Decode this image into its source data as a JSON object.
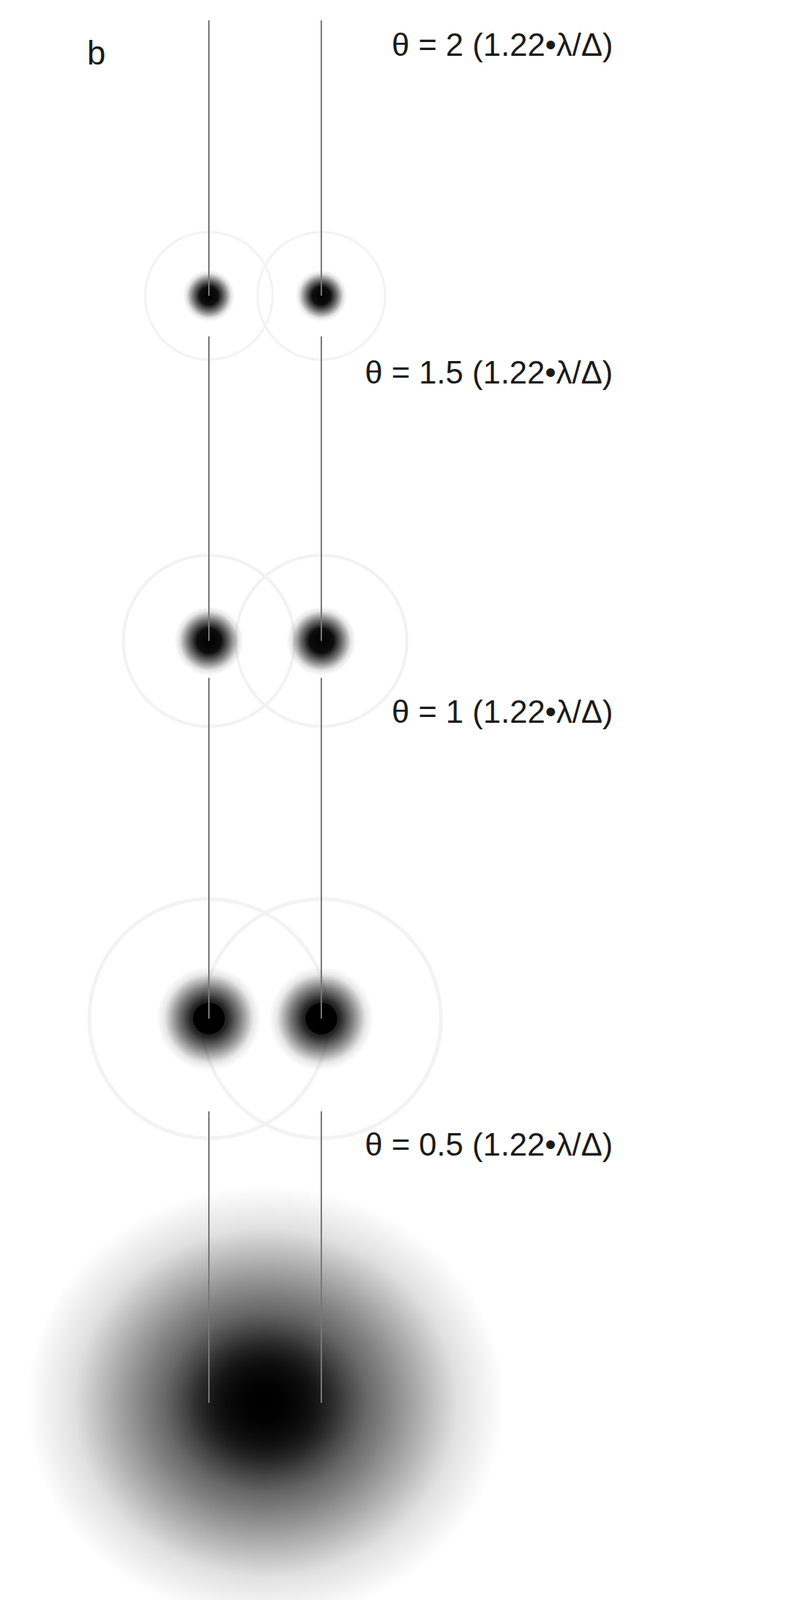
{
  "diagram": {
    "labels": [
      "b",
      "θ = 2 (1.22•λ/Δ)",
      "θ = 1.5 (1.22•λ/Δ)",
      "θ = 1 (1.22•λ/Δ)",
      "θ = 0.5 (1.22•λ/Δ)"
    ]
  }
}
